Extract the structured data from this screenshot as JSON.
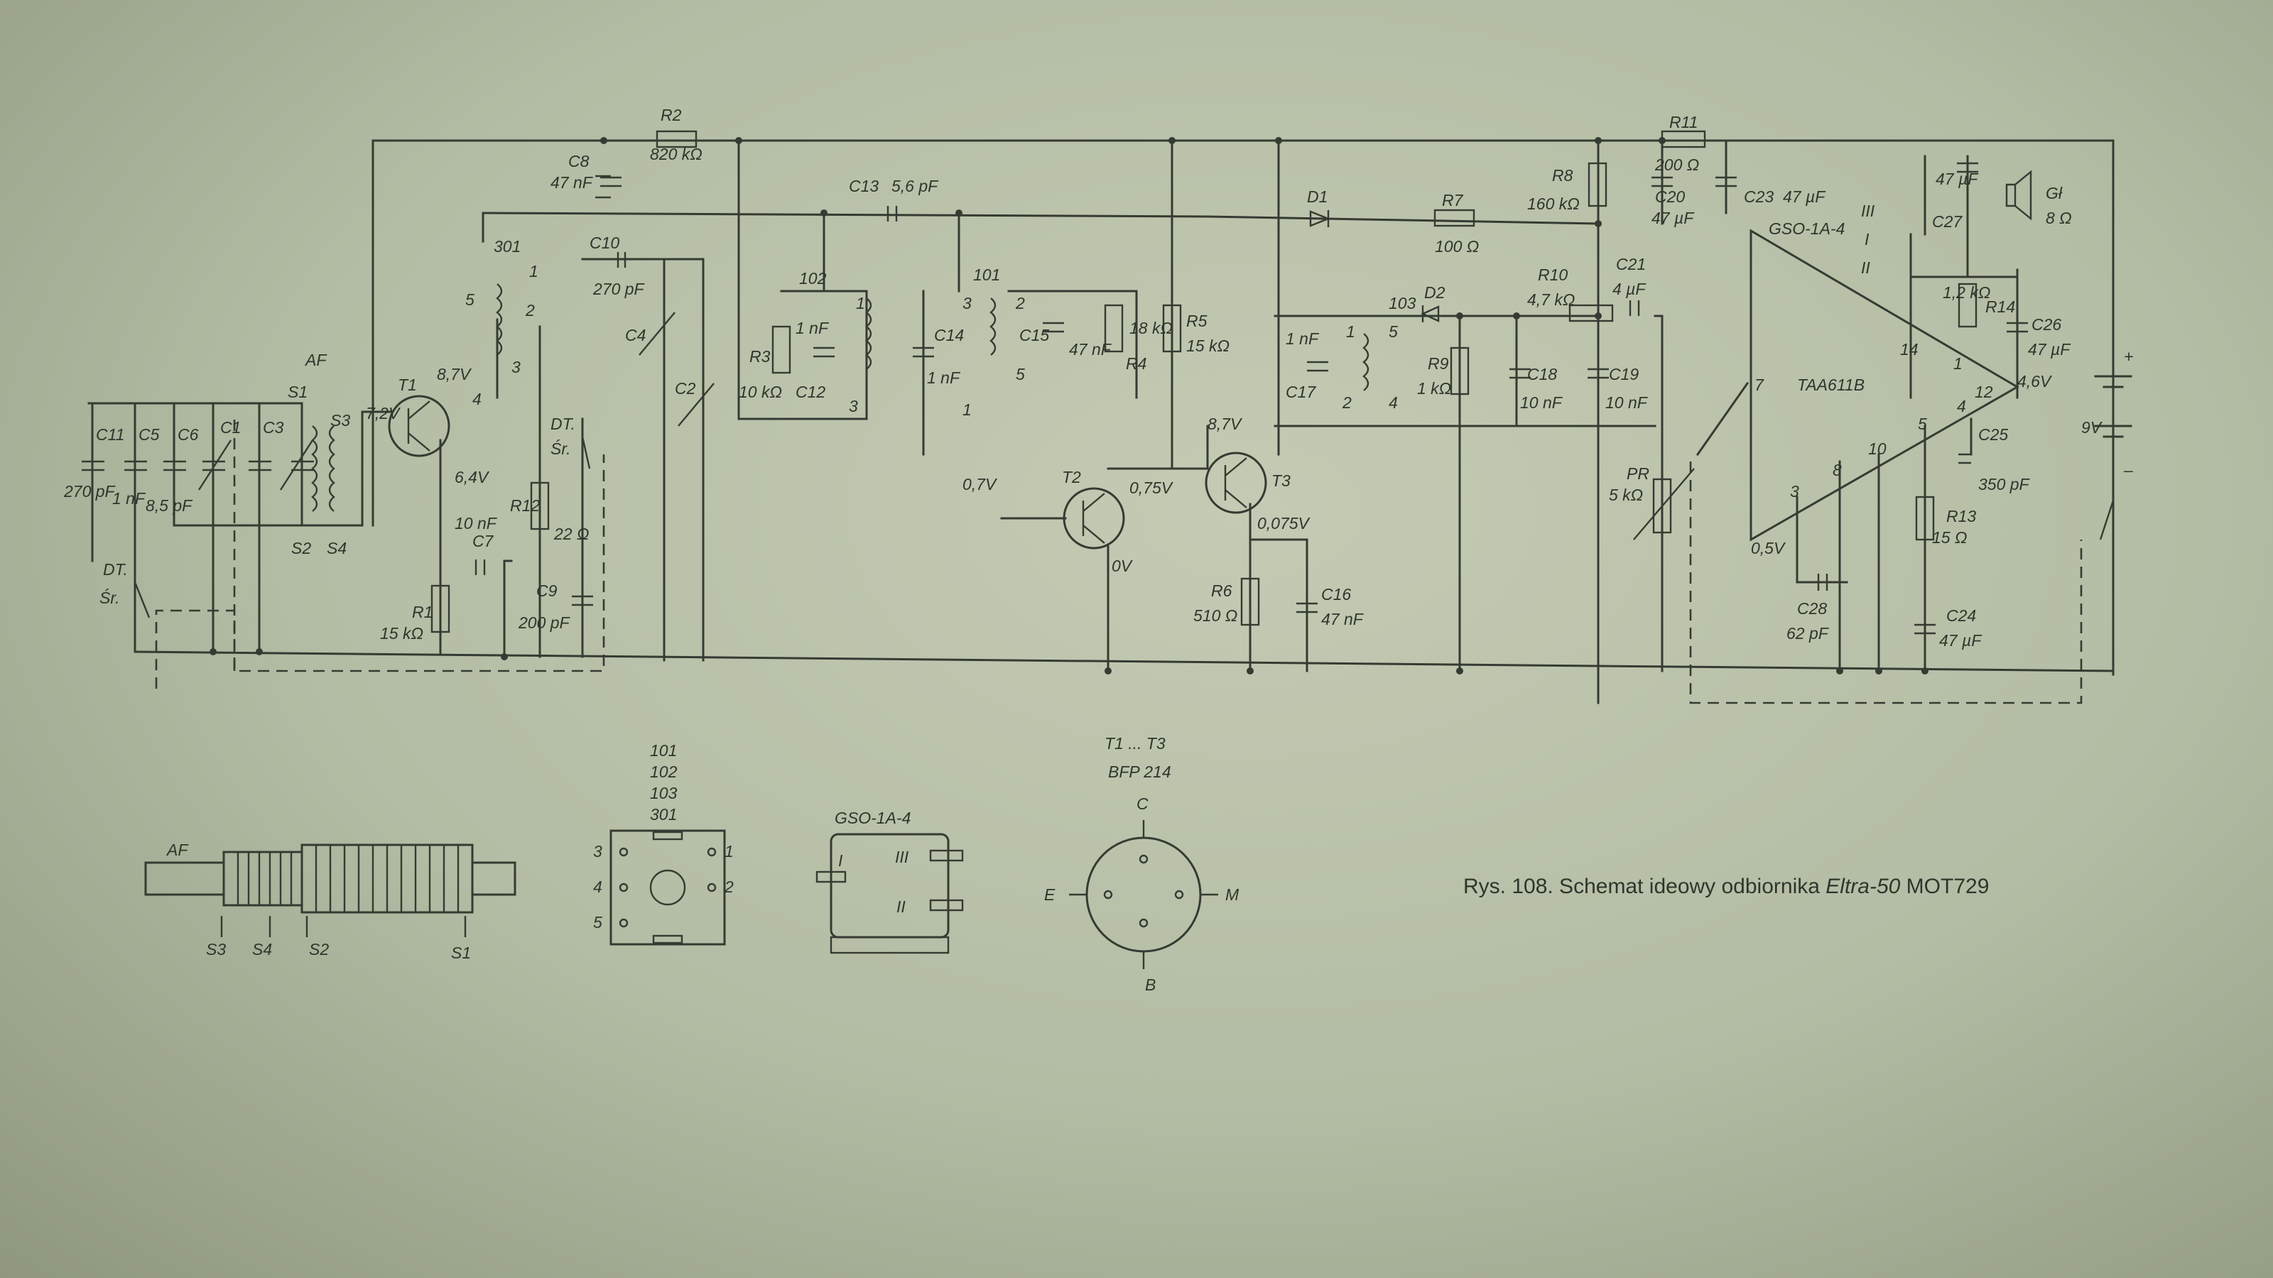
{
  "caption": {
    "prefix": "Rys. 108. Schemat ideowy odbiornika",
    "model": "Eltra-50",
    "code": "MOT729"
  },
  "colors": {
    "paper": "#c4cbb4",
    "ink": "#353b32"
  },
  "components": {
    "R1": {
      "ref": "R1",
      "value": "15 kΩ"
    },
    "R2": {
      "ref": "R2",
      "value": "820 kΩ"
    },
    "R3": {
      "ref": "R3",
      "value": "10 kΩ"
    },
    "R4": {
      "ref": "R4",
      "value": "18 kΩ"
    },
    "R5": {
      "ref": "R5",
      "value": "15 kΩ"
    },
    "R6": {
      "ref": "R6",
      "value": "510 Ω"
    },
    "R7": {
      "ref": "R7",
      "value": "100 Ω"
    },
    "R8": {
      "ref": "R8",
      "value": "160 kΩ"
    },
    "R9": {
      "ref": "R9",
      "value": "1 kΩ"
    },
    "R10": {
      "ref": "R10",
      "value": "4,7 kΩ"
    },
    "R11": {
      "ref": "R11",
      "value": "200 Ω"
    },
    "R12": {
      "ref": "R12",
      "value": "22 Ω"
    },
    "R13": {
      "ref": "R13",
      "value": "15 Ω"
    },
    "R14": {
      "ref": "R14",
      "value": "1,2 kΩ"
    },
    "C1": {
      "ref": "C1"
    },
    "C2": {
      "ref": "C2"
    },
    "C3": {
      "ref": "C3"
    },
    "C4": {
      "ref": "C4"
    },
    "C5": {
      "ref": "C5",
      "value": "8,5 pF"
    },
    "C6": {
      "ref": "C6",
      "value": "1 nF"
    },
    "C7": {
      "ref": "C7",
      "value": "10 nF"
    },
    "C8": {
      "ref": "C8",
      "value": "47 nF"
    },
    "C9": {
      "ref": "C9",
      "value": "200 pF"
    },
    "C10": {
      "ref": "C10",
      "value": "270 pF"
    },
    "C11": {
      "ref": "C11",
      "value": "270 pF"
    },
    "C12": {
      "ref": "C12",
      "value": "1 nF"
    },
    "C13": {
      "ref": "C13",
      "value": "5,6 pF"
    },
    "C14": {
      "ref": "C14",
      "value": "1 nF"
    },
    "C15": {
      "ref": "C15",
      "value": "47 nF"
    },
    "C16": {
      "ref": "C16",
      "value": "47 nF"
    },
    "C17": {
      "ref": "C17",
      "value": "1 nF"
    },
    "C18": {
      "ref": "C18",
      "value": "10 nF"
    },
    "C19": {
      "ref": "C19",
      "value": "10 nF"
    },
    "C20": {
      "ref": "C20",
      "value": "47 µF"
    },
    "C21": {
      "ref": "C21",
      "value": "4 µF"
    },
    "C23": {
      "ref": "C23",
      "value": "47 µF"
    },
    "C24": {
      "ref": "C24",
      "value": "47 µF"
    },
    "C25": {
      "ref": "C25",
      "value": "350 pF"
    },
    "C26": {
      "ref": "C26",
      "value": "47 µF"
    },
    "C27": {
      "ref": "C27",
      "value": "47 µF"
    },
    "C28": {
      "ref": "C28",
      "value": "62 pF"
    }
  },
  "semis": {
    "T1": "T1",
    "T2": "T2",
    "T3": "T3",
    "D1": "D1",
    "D2": "D2",
    "ic": "TAA611B",
    "pr": "PR",
    "pr_value": "5 kΩ",
    "speaker": "Gł",
    "speaker_value": "8 Ω",
    "jack": "GSO-1A-4",
    "jack_pins": [
      "I",
      "II",
      "III"
    ],
    "battery": "9V",
    "plus": "+",
    "minus": "–"
  },
  "coils": {
    "L301": "301",
    "L102": "102",
    "L101": "101",
    "L103": "103",
    "af": "AF",
    "windings": [
      "S1",
      "S2",
      "S3",
      "S4"
    ]
  },
  "switch": {
    "dt": "DT.",
    "sr": "Śr."
  },
  "voltages": [
    "7,2V",
    "8,7V",
    "6,4V",
    "0,7V",
    "0V",
    "0,75V",
    "8,7V",
    "0,075V",
    "0,5V",
    "4,6V"
  ],
  "pin_numbers": [
    "1",
    "2",
    "3",
    "4",
    "5"
  ],
  "ic_pins": [
    "1",
    "3",
    "4",
    "5",
    "7",
    "8",
    "10",
    "12",
    "14"
  ],
  "details": {
    "coil_ids": [
      "101",
      "102",
      "103",
      "301"
    ],
    "socket_pins": [
      "3",
      "4",
      "5",
      "1",
      "2"
    ],
    "rod_labels": [
      "AF",
      "S3",
      "S4",
      "S2",
      "S1"
    ],
    "jack_title": "GSO-1A-4",
    "jack_pins": [
      "I",
      "III",
      "II"
    ],
    "transistor_title": "T1 ... T3",
    "transistor_type": "BFP 214",
    "transistor_pins": [
      "C",
      "E",
      "M",
      "B"
    ]
  }
}
